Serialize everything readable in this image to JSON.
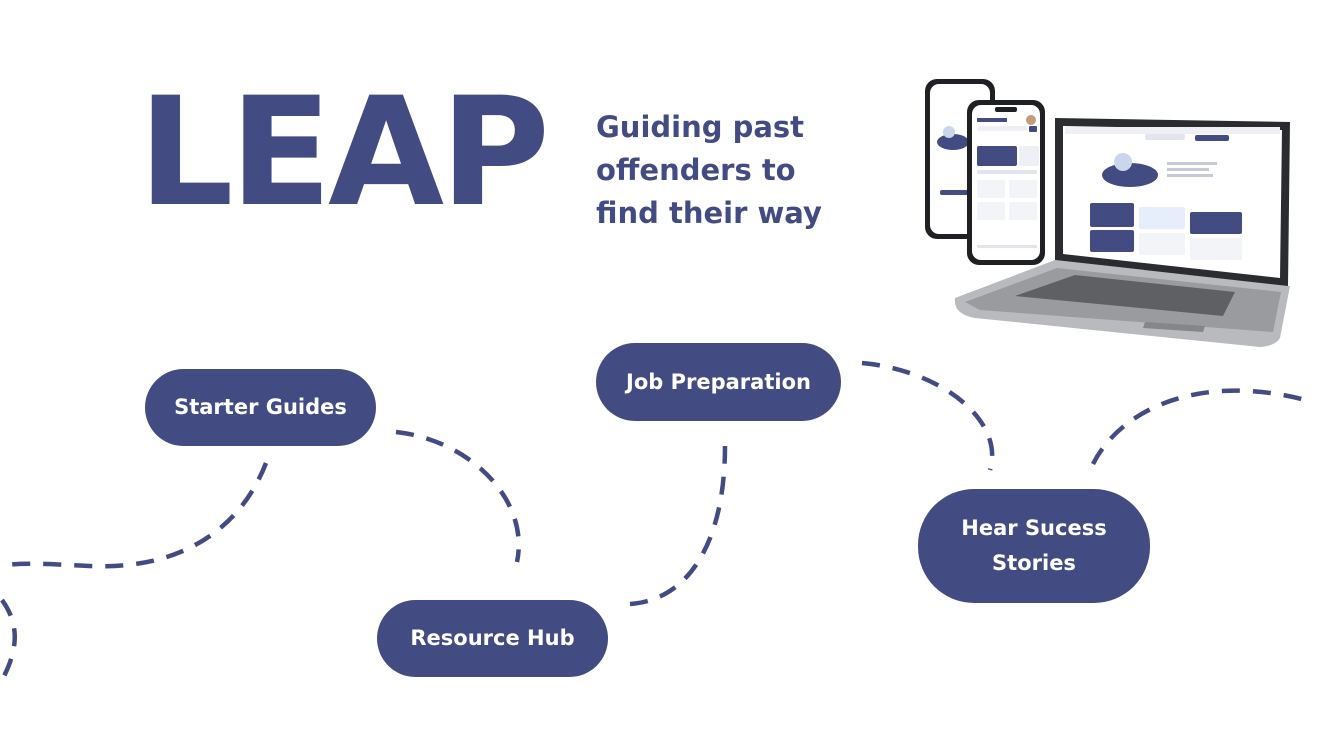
{
  "brand": {
    "logo_text": "LEAP",
    "accent_color": "#434c82"
  },
  "tagline": {
    "line1": "Guiding past",
    "line2": "offenders to",
    "line3": "find their way"
  },
  "nav_pills": {
    "starter": "Starter Guides",
    "job": "Job Preparation",
    "resource": "Resource Hub",
    "hear_line1": "Hear Sucess",
    "hear_line2": "Stories"
  },
  "mockup": {
    "description_icon": "devices-mockup-image"
  }
}
